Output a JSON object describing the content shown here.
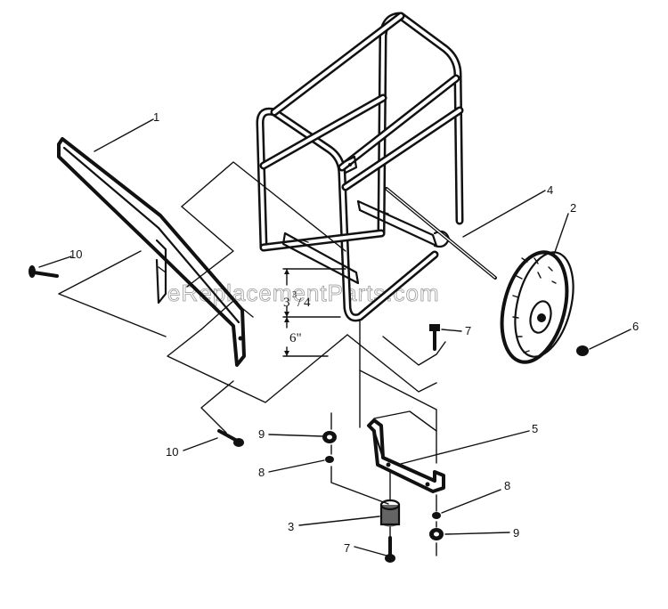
{
  "watermark": "eReplacementParts.com",
  "dimensions": {
    "upper_whole": "3",
    "upper_frac_num": "3",
    "upper_frac_sep": "/",
    "upper_frac_den": "4",
    "lower": "6\""
  },
  "callouts": {
    "c1": "1",
    "c2": "2",
    "c3": "3",
    "c4": "4",
    "c5": "5",
    "c6": "6",
    "c7a": "7",
    "c7b": "7",
    "c8a": "8",
    "c8b": "8",
    "c9a": "9",
    "c9b": "9",
    "c10a": "10",
    "c10b": "10"
  }
}
